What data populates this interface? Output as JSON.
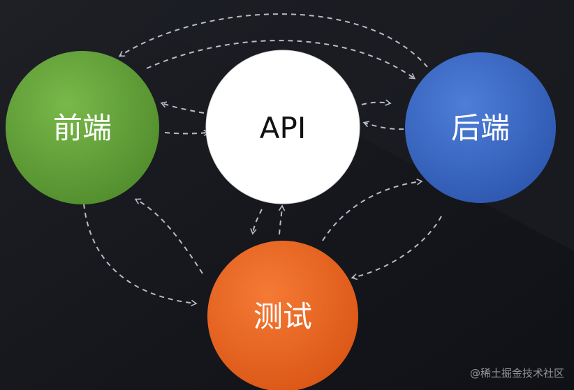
{
  "nodes": {
    "frontend": {
      "label": "前端",
      "color": "#67a23a",
      "text_color": "#ffffff"
    },
    "api": {
      "label": "API",
      "color": "#ffffff",
      "text_color": "#111111"
    },
    "backend": {
      "label": "后端",
      "color": "#3f6cc8",
      "text_color": "#ffffff"
    },
    "testing": {
      "label": "测试",
      "color": "#f06a2a",
      "text_color": "#ffffff"
    }
  },
  "connector_style": {
    "color": "#b9bcc3",
    "dash": "dashed"
  },
  "watermark": "@稀土掘金技术社区"
}
